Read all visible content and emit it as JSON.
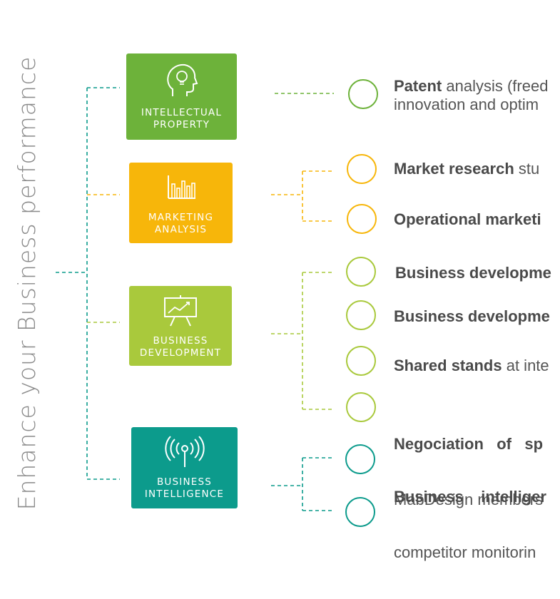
{
  "title": "Enhance your Business performance",
  "colors": {
    "ip": "#6db23a",
    "marketing": "#f7b60a",
    "business_dev": "#a9c93c",
    "business_intel": "#0c9b8c"
  },
  "categories": [
    {
      "key": "ip",
      "line1": "INTELLECTUAL",
      "line2": "PROPERTY",
      "icon": "head-lightbulb-icon"
    },
    {
      "key": "marketing",
      "line1": "MARKETING",
      "line2": "ANALYSIS",
      "icon": "bar-chart-icon"
    },
    {
      "key": "business_dev",
      "line1": "BUSINESS",
      "line2": "DEVELOPMENT",
      "icon": "presentation-board-icon"
    },
    {
      "key": "business_intel",
      "line1": "BUSINESS",
      "line2": "INTELLIGENCE",
      "icon": "broadcast-antenna-icon"
    }
  ],
  "items": [
    {
      "bold": "Patent",
      "rest": " analysis (freed",
      "line2": "innovation and optim"
    },
    {
      "bold": "Market research",
      "rest": " stu",
      "line2": ""
    },
    {
      "bold": "Operational marketi",
      "rest": "",
      "line2": ""
    },
    {
      "bold": "Business developme",
      "rest": "",
      "line2": ""
    },
    {
      "bold": "Business developme",
      "rest": "",
      "line2": ""
    },
    {
      "bold": "Shared stands",
      "rest": " at inte",
      "line2": ""
    },
    {
      "bold": "Negociation   of   sp",
      "rest": "",
      "line2": "MabDesign members"
    },
    {
      "bold": "Business    intelliger",
      "rest": "",
      "line2": "competitor monitorin"
    }
  ]
}
